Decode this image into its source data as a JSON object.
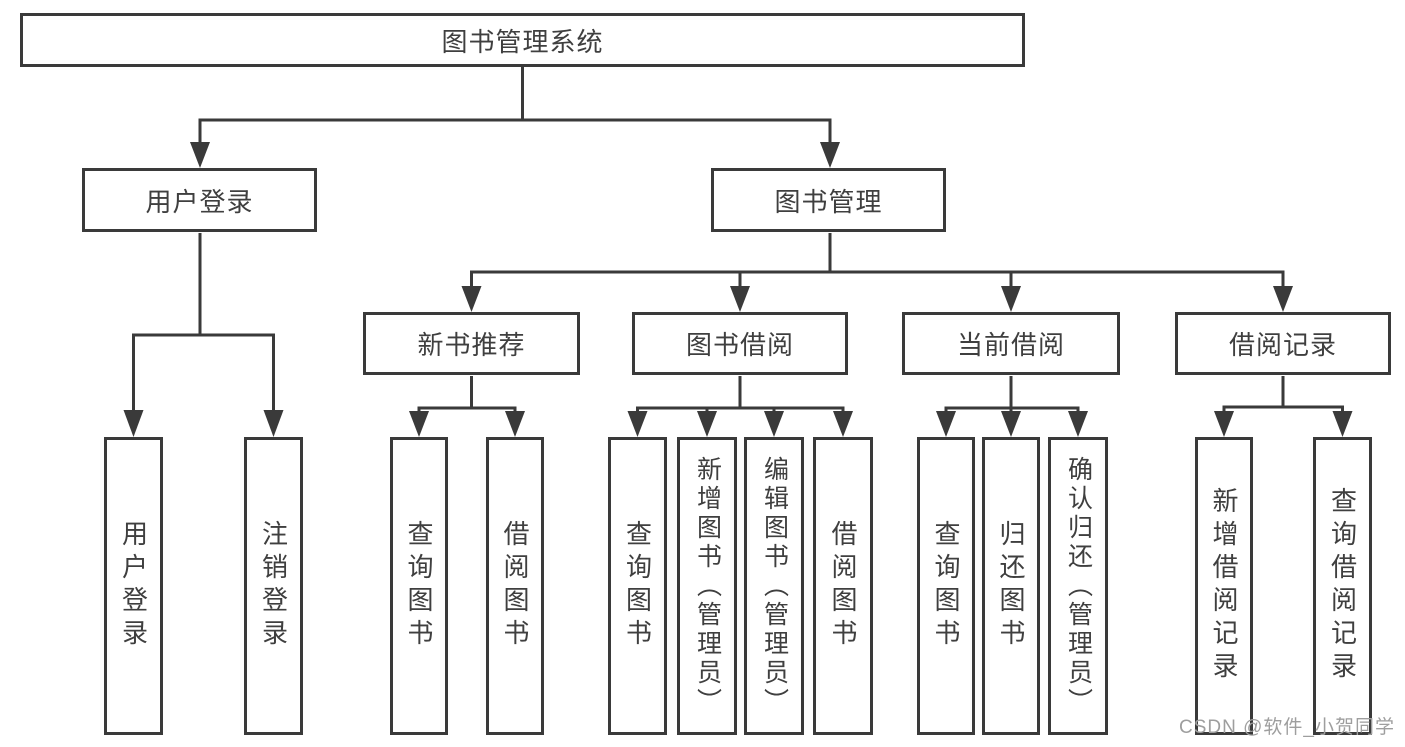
{
  "diagram": {
    "root": {
      "label": "图书管理系统"
    },
    "level2": {
      "user_login": {
        "label": "用户登录"
      },
      "book_management": {
        "label": "图书管理"
      }
    },
    "level3": {
      "new_book_recommend": {
        "label": "新书推荐"
      },
      "book_borrowing": {
        "label": "图书借阅"
      },
      "current_borrowing": {
        "label": "当前借阅"
      },
      "borrowing_records": {
        "label": "借阅记录"
      }
    },
    "leaves": {
      "user_login_leaf": "用户登录",
      "logout": "注销登录",
      "nb_query_books": "查询图书",
      "nb_borrow_books": "借阅图书",
      "bb_query_books": "查询图书",
      "bb_add_books": "新增图书（管理员）",
      "bb_edit_books": "编辑图书（管理员）",
      "bb_borrow_books": "借阅图书",
      "cb_query_books": "查询图书",
      "cb_return_books": "归还图书",
      "cb_confirm_return": "确认归还（管理员）",
      "br_add_record": "新增借阅记录",
      "br_query_record": "查询借阅记录"
    },
    "colors": {
      "line": "#3a3a3a",
      "text": "#3f3f3f",
      "watermark": "#9e9e9e",
      "background": "#ffffff"
    }
  },
  "watermark": {
    "text": "CSDN @软件_小贺同学"
  }
}
